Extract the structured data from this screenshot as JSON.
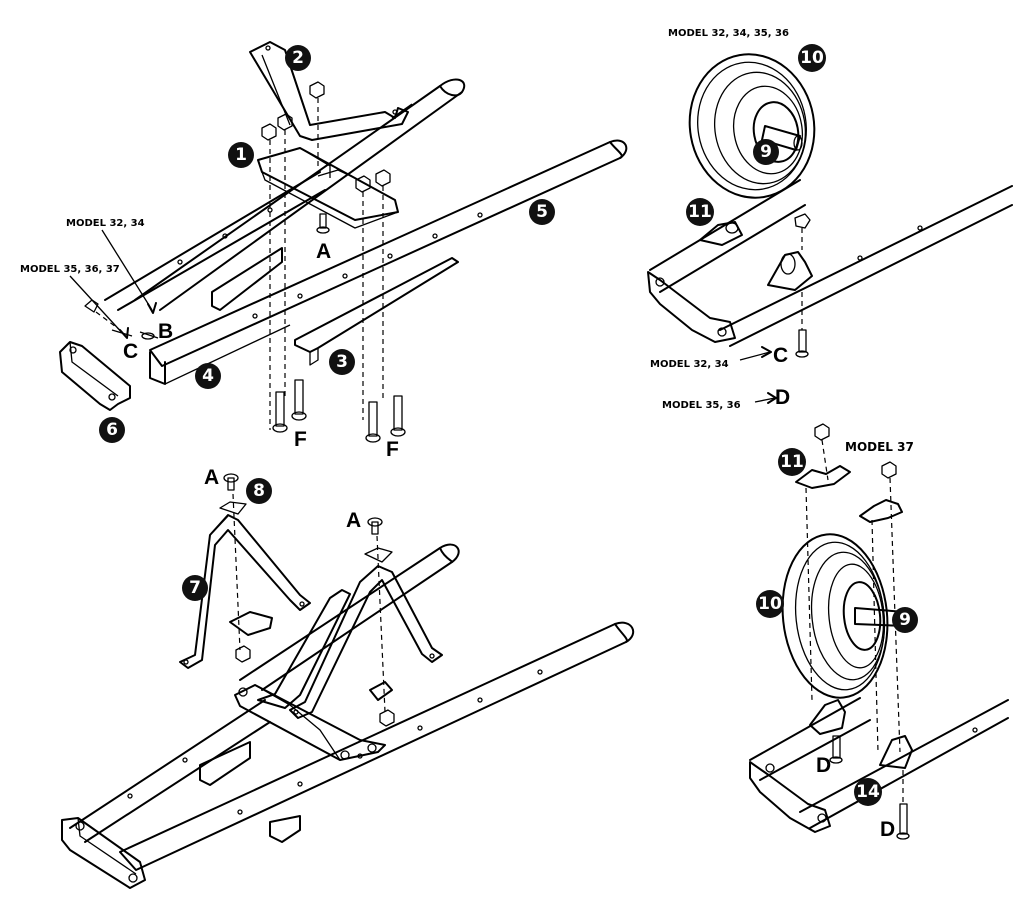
{
  "model_labels": {
    "model_32_34_top": "MODEL 32, 34",
    "model_35_36_37": "MODEL 35, 36, 37",
    "model_32_34_35_36": "MODEL 32, 34, 35, 36",
    "model_32_34_right": "MODEL 32, 34",
    "model_35_36": "MODEL 35, 36",
    "model_37": "MODEL 37"
  },
  "letters": {
    "A": "A",
    "B": "B",
    "C": "C",
    "D": "D",
    "F": "F"
  },
  "callouts": {
    "p1": "1",
    "p2": "2",
    "p3": "3",
    "p4": "4",
    "p5": "5",
    "p6": "6",
    "p7": "7",
    "p8": "8",
    "p9": "9",
    "p10": "10",
    "p11": "11",
    "p14": "14"
  }
}
